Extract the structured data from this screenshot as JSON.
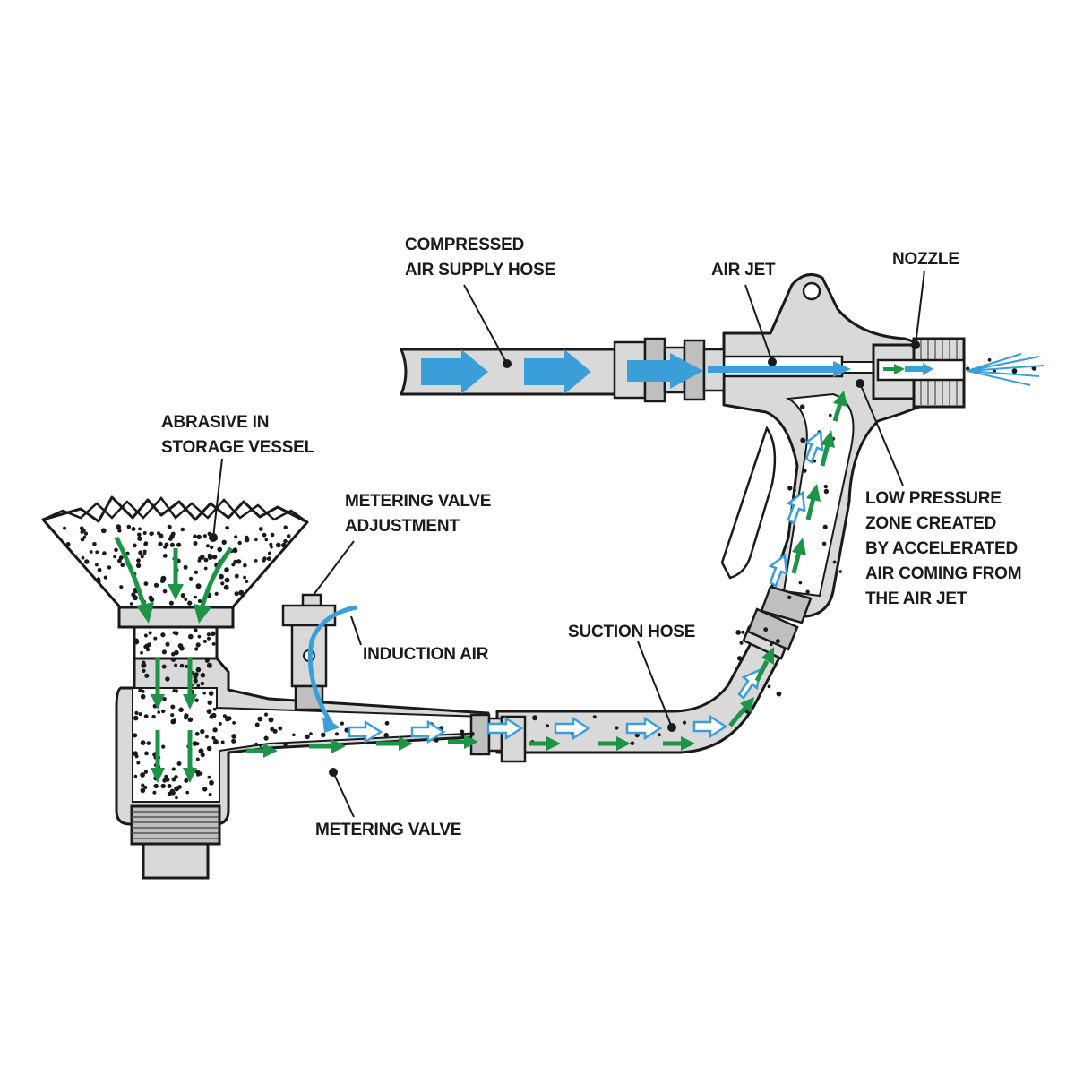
{
  "labels": {
    "compressed_air_supply_hose": [
      "COMPRESSED",
      "AIR SUPPLY HOSE"
    ],
    "air_jet": "AIR JET",
    "nozzle": "NOZZLE",
    "abrasive_storage": [
      "ABRASIVE IN",
      "STORAGE VESSEL"
    ],
    "metering_valve_adjustment": [
      "METERING VALVE",
      "ADJUSTMENT"
    ],
    "induction_air": "INDUCTION AIR",
    "suction_hose": "SUCTION HOSE",
    "low_pressure_zone": [
      "LOW PRESSURE",
      "ZONE CREATED",
      "BY ACCELERATED",
      "AIR COMING FROM",
      "THE AIR JET"
    ],
    "metering_valve": "METERING VALVE"
  },
  "colors": {
    "body_fill": "#d9d9d9",
    "outline": "#1a1a1a",
    "air_flow": "#3a9fd8",
    "abrasive_flow": "#1e9447",
    "particles": "#1a1a1a"
  }
}
